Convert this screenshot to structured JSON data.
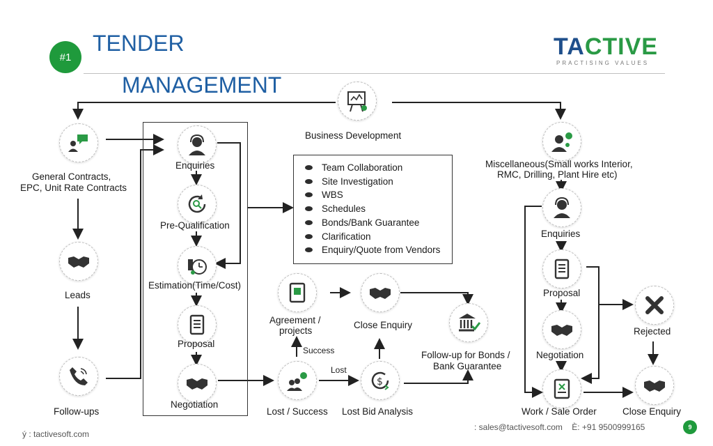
{
  "header": {
    "badge": "#1",
    "title_line1": "TENDER",
    "title_line2": "MANAGEMENT",
    "logo_text_a": "TA",
    "logo_text_b": "CTIVE",
    "logo_tagline": "PRACTISING VALUES"
  },
  "nodes": {
    "business_development": "Business Development",
    "general_contracts_1": "General Contracts,",
    "general_contracts_2": "EPC, Unit Rate Contracts",
    "leads": "Leads",
    "follow_ups": "Follow-ups",
    "enquiries": "Enquiries",
    "pre_qualification": "Pre-Qualification",
    "estimation": "Estimation(Time/Cost)",
    "proposal": "Proposal",
    "negotiation": "Negotiation",
    "agreement_1": "Agreement /",
    "agreement_2": "projects",
    "close_enquiry": "Close Enquiry",
    "followup_bonds_1": "Follow-up for Bonds /",
    "followup_bonds_2": "Bank Guarantee",
    "lost_success": "Lost / Success",
    "lost_bid_analysis": "Lost Bid Analysis",
    "success_label": "Success",
    "lost_label": "Lost",
    "misc_1": "Miscellaneous(Small works Interior,",
    "misc_2": "RMC, Drilling, Plant Hire etc)",
    "misc_enquiries": "Enquiries",
    "misc_proposal": "Proposal",
    "misc_negotiation": "Negotiation",
    "work_sale_order": "Work / Sale Order",
    "rejected": "Rejected",
    "misc_close_enquiry": "Close Enquiry"
  },
  "bullets": [
    "Team Collaboration",
    "Site Investigation",
    "WBS",
    "Schedules",
    "Bonds/Bank Guarantee",
    "Clarification",
    "Enquiry/Quote from Vendors"
  ],
  "footer": {
    "website": "ý : tactivesoft.com",
    "contact": ": sales@tactivesoft.com    È: +91 9500999165",
    "page": "9"
  },
  "colors": {
    "accent_green": "#1f9a3c",
    "title_blue": "#1f5fa3",
    "logo_blue": "#1f4f8b"
  }
}
